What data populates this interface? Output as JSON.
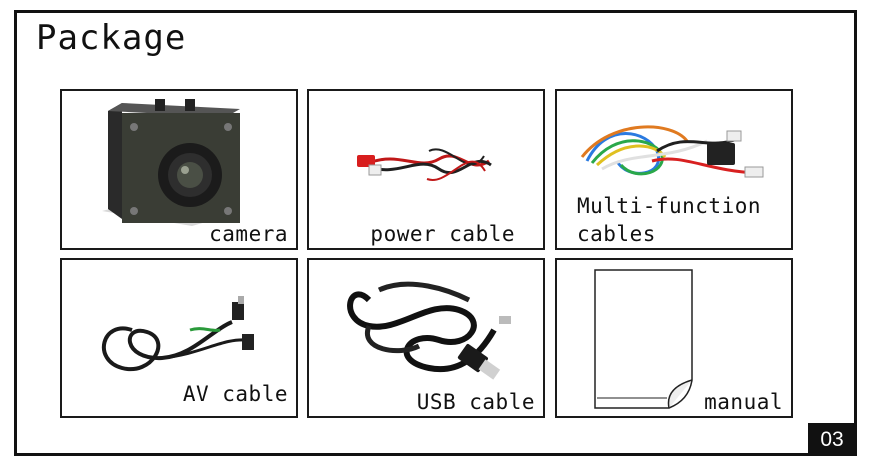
{
  "page": {
    "title": "Package",
    "page_number": "03"
  },
  "items": [
    {
      "name": "camera",
      "label": "camera"
    },
    {
      "name": "power-cable",
      "label": "power cable"
    },
    {
      "name": "multi-function-cables",
      "label_line1": "Multi-function",
      "label_line2": "cables"
    },
    {
      "name": "av-cable",
      "label": "AV cable"
    },
    {
      "name": "usb-cable",
      "label": "USB cable"
    },
    {
      "name": "manual",
      "label": "manual"
    }
  ]
}
